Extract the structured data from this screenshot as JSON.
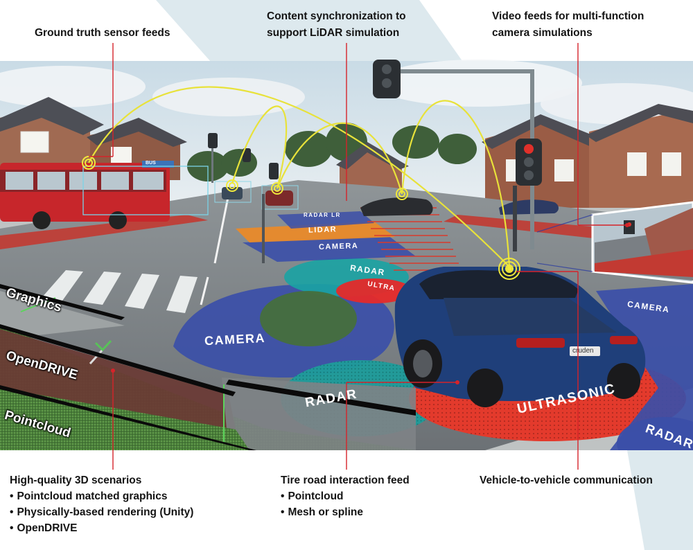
{
  "callouts_top": {
    "ground_truth": "Ground truth sensor feeds",
    "lidar_sync_line1": "Content synchronization to",
    "lidar_sync_line2": "support LiDAR simulation",
    "video_line1": "Video feeds for multi-function",
    "video_line2": "camera simulations"
  },
  "callouts_bottom": {
    "scenarios_title": "High-quality 3D scenarios",
    "scenarios_items": [
      "Pointcloud matched graphics",
      "Physically-based rendering (Unity)",
      "OpenDRIVE"
    ],
    "tire_title": "Tire road interaction feed",
    "tire_items": [
      "Pointcloud",
      "Mesh or spline"
    ],
    "v2v_title": "Vehicle-to-vehicle communication"
  },
  "layers": {
    "graphics": "Graphics",
    "opendrive": "OpenDRIVE",
    "pointcloud": "Pointcloud"
  },
  "zones": {
    "camera_big": "CAMERA",
    "radar_big": "RADAR",
    "ultrasonic": "ULTRASONIC",
    "radar_right": "RADAR",
    "camera_right": "CAMERA",
    "lidar": "LIDAR",
    "camera_small": "CAMERA",
    "radar_small": "RADAR",
    "ultra_small": "ULTRA",
    "radar_lr": "RADAR LR"
  },
  "vehicle": {
    "bus_sign": "BUS",
    "plate": "cruden"
  },
  "colors": {
    "callout_line": "#d6232a",
    "feed_arc": "#e8e23a",
    "camera_zone": "#3b4fa8",
    "radar_zone": "#1aa3a3",
    "ultrasonic_zone": "#e52a2a",
    "lidar_zone": "#e98a2a",
    "car_body": "#1f3f7a",
    "bus_body": "#c7262b"
  }
}
